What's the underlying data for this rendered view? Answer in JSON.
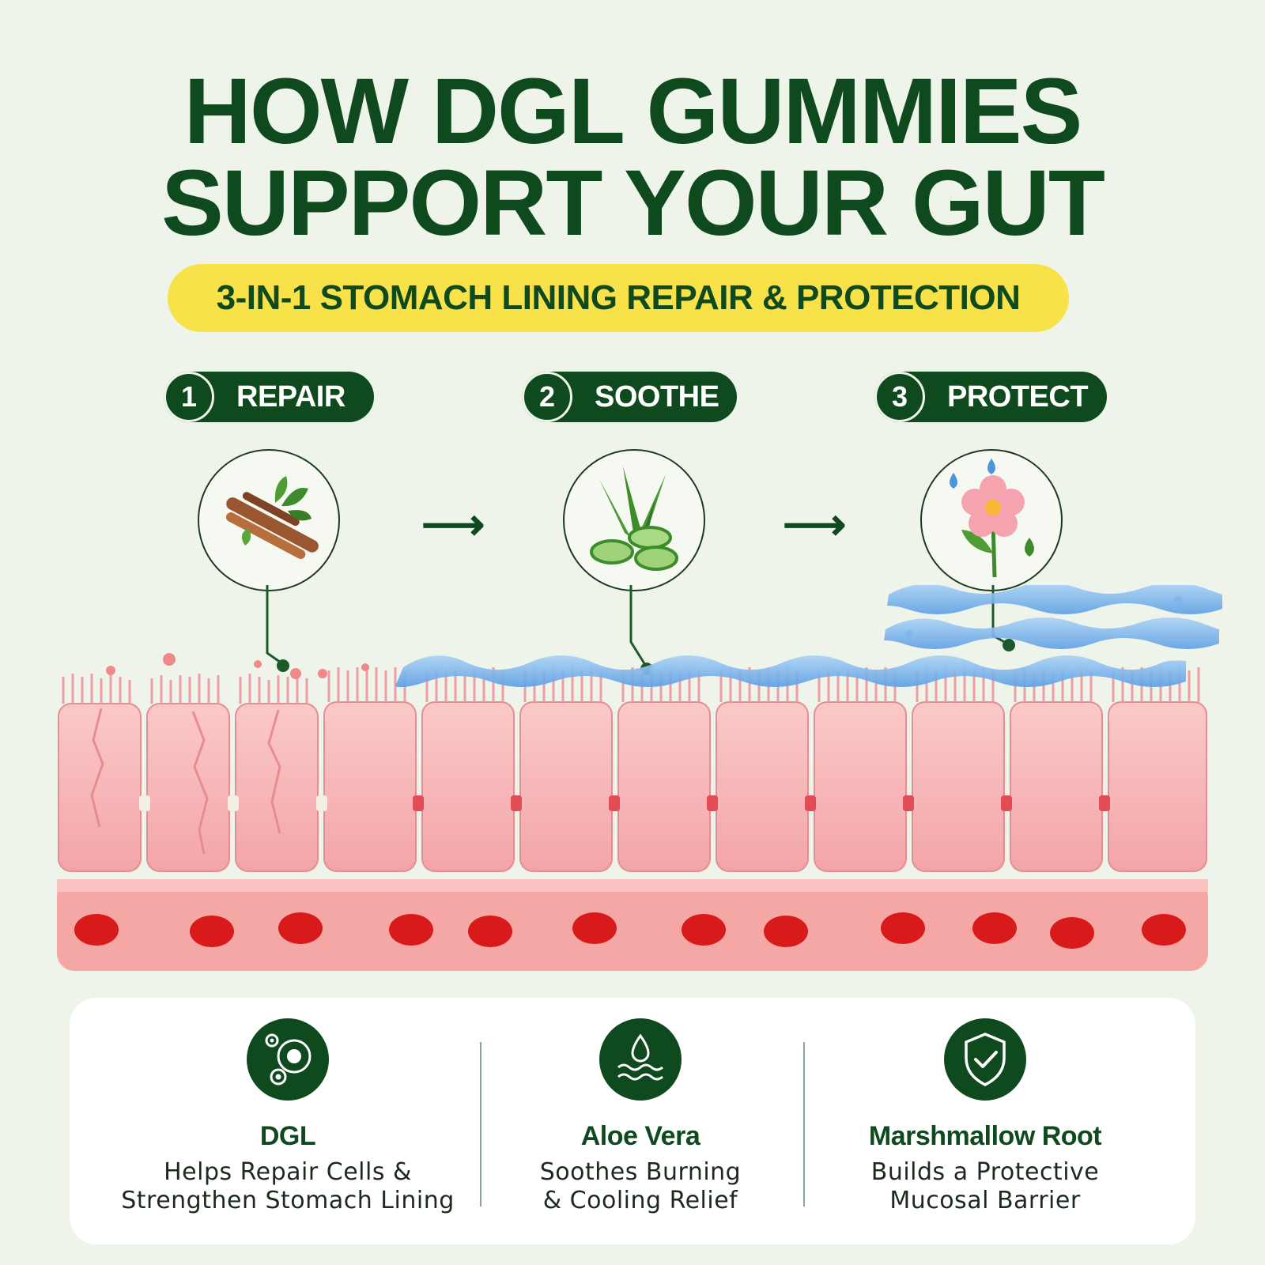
{
  "heading": {
    "line1": "HOW DGL GUMMIES",
    "line2": "SUPPORT YOUR GUT",
    "subtitle": "3-IN-1 STOMACH LINING REPAIR & PROTECTION"
  },
  "steps": [
    {
      "number": "1",
      "label": "REPAIR",
      "icon": "licorice-root-icon"
    },
    {
      "number": "2",
      "label": "SOOTHE",
      "icon": "aloe-vera-icon"
    },
    {
      "number": "3",
      "label": "PROTECT",
      "icon": "marshmallow-flower-icon"
    }
  ],
  "colors": {
    "background": "#eef4e9",
    "brand_green": "#0f4a1f",
    "highlight_yellow": "#f8e24a",
    "cell_pink": "#f7b8b8",
    "blood_red": "#d81a1a",
    "mucus_blue": "#7fb6ec"
  },
  "features": [
    {
      "icon": "cells-icon",
      "title": "DGL",
      "desc_line1": "Helps Repair Cells &",
      "desc_line2": "Strengthen Stomach Lining"
    },
    {
      "icon": "water-drop-icon",
      "title": "Aloe Vera",
      "desc_line1": "Soothes Burning",
      "desc_line2": "& Cooling Relief"
    },
    {
      "icon": "shield-check-icon",
      "title": "Marshmallow Root",
      "desc_line1": "Builds a Protective",
      "desc_line2": "Mucosal Barrier"
    }
  ]
}
